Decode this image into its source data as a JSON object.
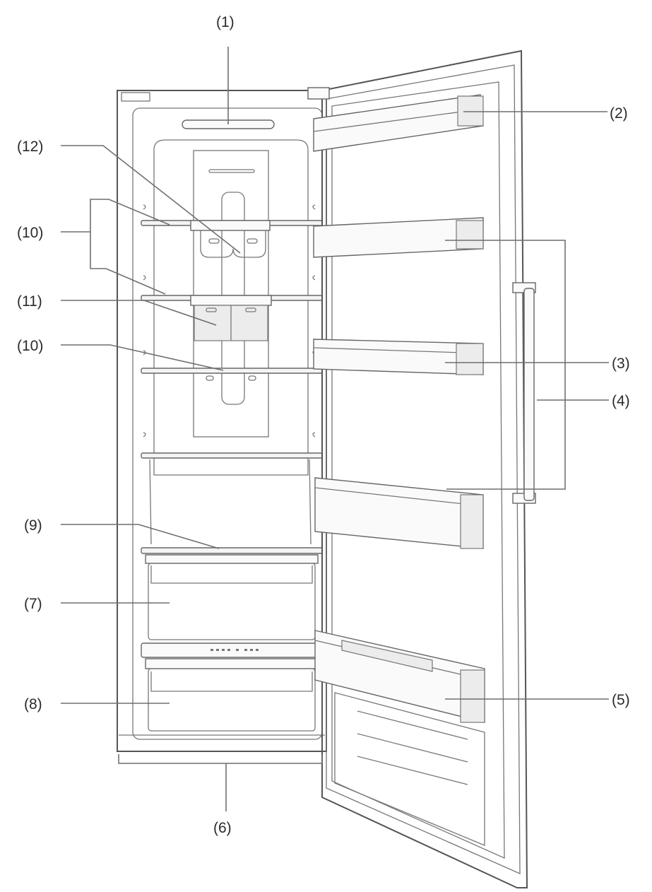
{
  "callouts": [
    {
      "id": "1",
      "label": "(1)"
    },
    {
      "id": "2",
      "label": "(2)"
    },
    {
      "id": "3",
      "label": "(3)"
    },
    {
      "id": "4",
      "label": "(4)"
    },
    {
      "id": "5",
      "label": "(5)"
    },
    {
      "id": "6",
      "label": "(6)"
    },
    {
      "id": "7",
      "label": "(7)"
    },
    {
      "id": "8",
      "label": "(8)"
    },
    {
      "id": "9",
      "label": "(9)"
    },
    {
      "id": "10a",
      "label": "(10)"
    },
    {
      "id": "10b",
      "label": "(10)"
    },
    {
      "id": "11",
      "label": "(11)"
    },
    {
      "id": "12",
      "label": "(12)"
    }
  ],
  "colors": {
    "line": "#6f6f6f",
    "outline": "#555555",
    "text": "#2a2a2a"
  }
}
